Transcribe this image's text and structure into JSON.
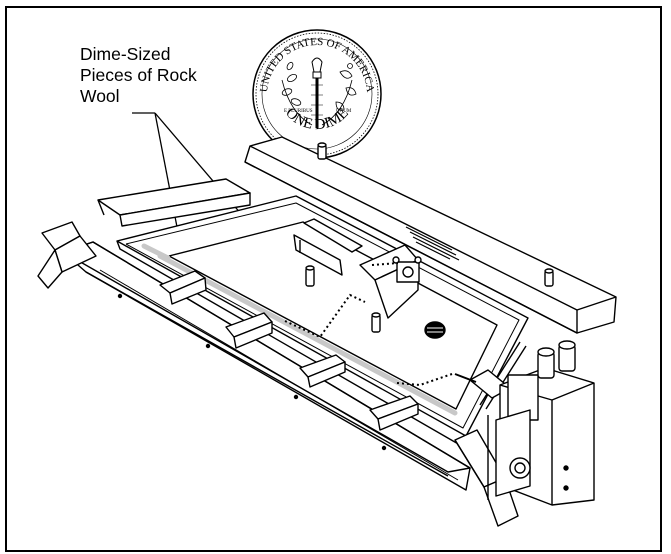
{
  "callout": {
    "line1": "Dime-Sized",
    "line2": "Pieces of Rock",
    "line3": "Wool"
  },
  "coin": {
    "top_text": "UNITED STATES OF AMERICA",
    "bottom_text": "ONE DIME",
    "left_motto": "E PLURIBUS",
    "right_motto": "UNUM"
  },
  "colors": {
    "line": "#000000",
    "rock_wool": "#c8c8c8",
    "background": "#ffffff"
  }
}
